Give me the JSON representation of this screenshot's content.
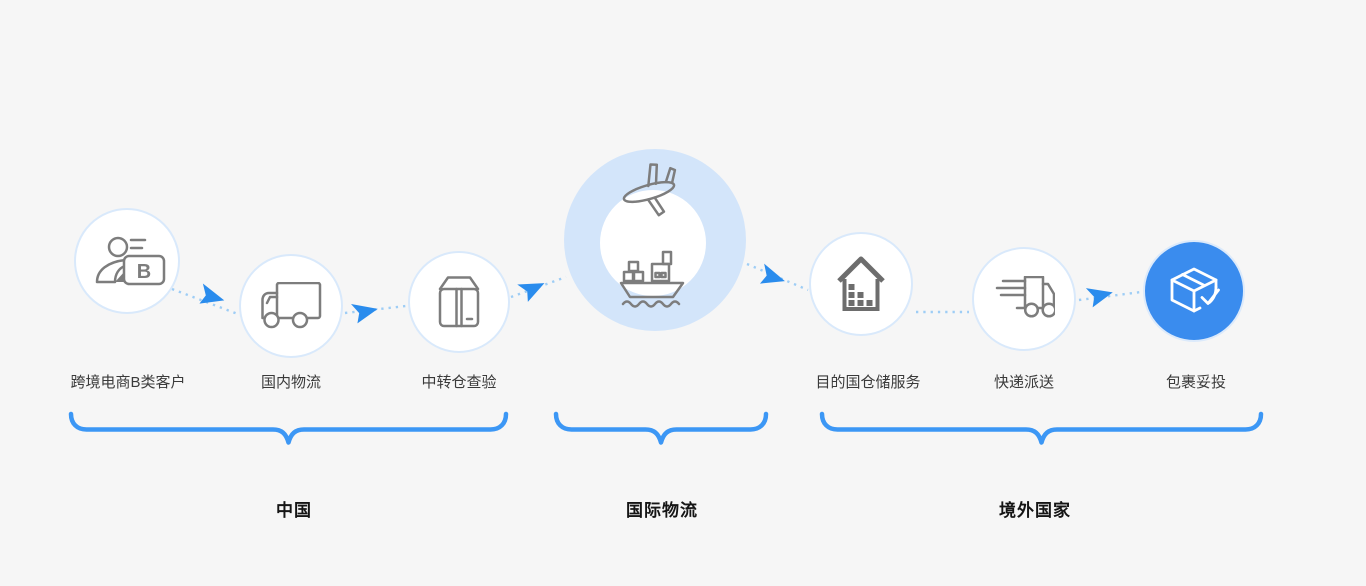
{
  "steps": [
    {
      "id": "b2b-customer",
      "label": "跨境电商B类客户",
      "icon": "person-b-icon"
    },
    {
      "id": "domestic-logistics",
      "label": "国内物流",
      "icon": "truck-icon"
    },
    {
      "id": "transit-warehouse-inspection",
      "label": "中转仓查验",
      "icon": "container-box-icon"
    },
    {
      "id": "international-transport",
      "label": "",
      "icon": "plane-and-ship-icon"
    },
    {
      "id": "destination-warehouse",
      "label": "目的国仓储服务",
      "icon": "warehouse-house-icon"
    },
    {
      "id": "courier-delivery",
      "label": "快递派送",
      "icon": "express-truck-icon"
    },
    {
      "id": "parcel-delivered",
      "label": "包裹妥投",
      "icon": "package-check-icon",
      "highlighted": true
    }
  ],
  "sections": [
    {
      "id": "china",
      "label": "中国"
    },
    {
      "id": "international-logistics",
      "label": "国际物流"
    },
    {
      "id": "overseas-countries",
      "label": "境外国家"
    }
  ],
  "person_badge_letter": "B",
  "colors": {
    "background": "#f6f6f6",
    "accent_blue": "#3c97f5",
    "arrow_blue": "#2a8ced",
    "dot_blue": "#9ecdf5",
    "node_border": "#d9e9fb",
    "big_circle_fill": "#d3e5fa",
    "highlight_circle_fill": "#3a8cee",
    "icon_gray": "#7d7d7d",
    "house_gray": "#6d6d6d",
    "label_color": "#3a3a3a",
    "section_label_color": "#151515"
  }
}
